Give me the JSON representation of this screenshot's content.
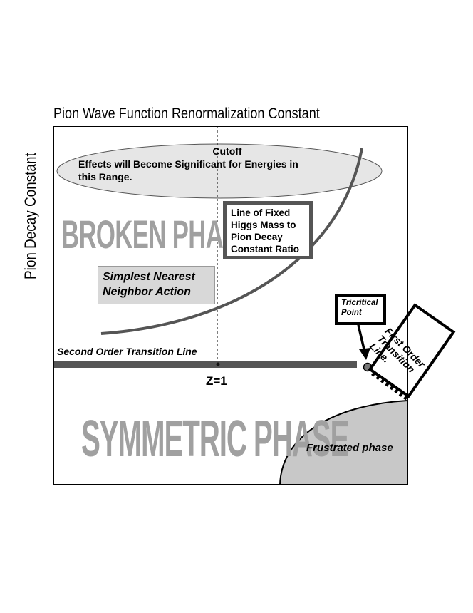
{
  "title": "Pion Wave Function Renormalization Constant",
  "ylabel": "Pion Decay Constant",
  "cutoff": {
    "line1": "Cutoff",
    "line2": "Effects will Become Significant for Energies in",
    "line3": "this Range."
  },
  "regions": {
    "broken": "BROKEN PHASE",
    "symmetric": "SYMMETRIC PHASE",
    "frustrated": "Frustrated phase"
  },
  "fixed_line_box": [
    "Line of Fixed",
    "Higgs Mass to",
    "Pion Decay",
    "Constant Ratio"
  ],
  "nearest_neighbor": [
    "Simplest Nearest",
    "Neighbor Action"
  ],
  "second_order": "Second Order Transition Line",
  "z_label": "Z=1",
  "tricritical": [
    "Tricritical",
    "Point"
  ],
  "first_order": [
    "First Order",
    "Transition",
    "Line."
  ],
  "colors": {
    "transition_line": "#555555",
    "ellipse_fill": "#e6e6e6",
    "frustrated_fill": "#c8c8c8",
    "phase_text": "#a0a0a0"
  }
}
